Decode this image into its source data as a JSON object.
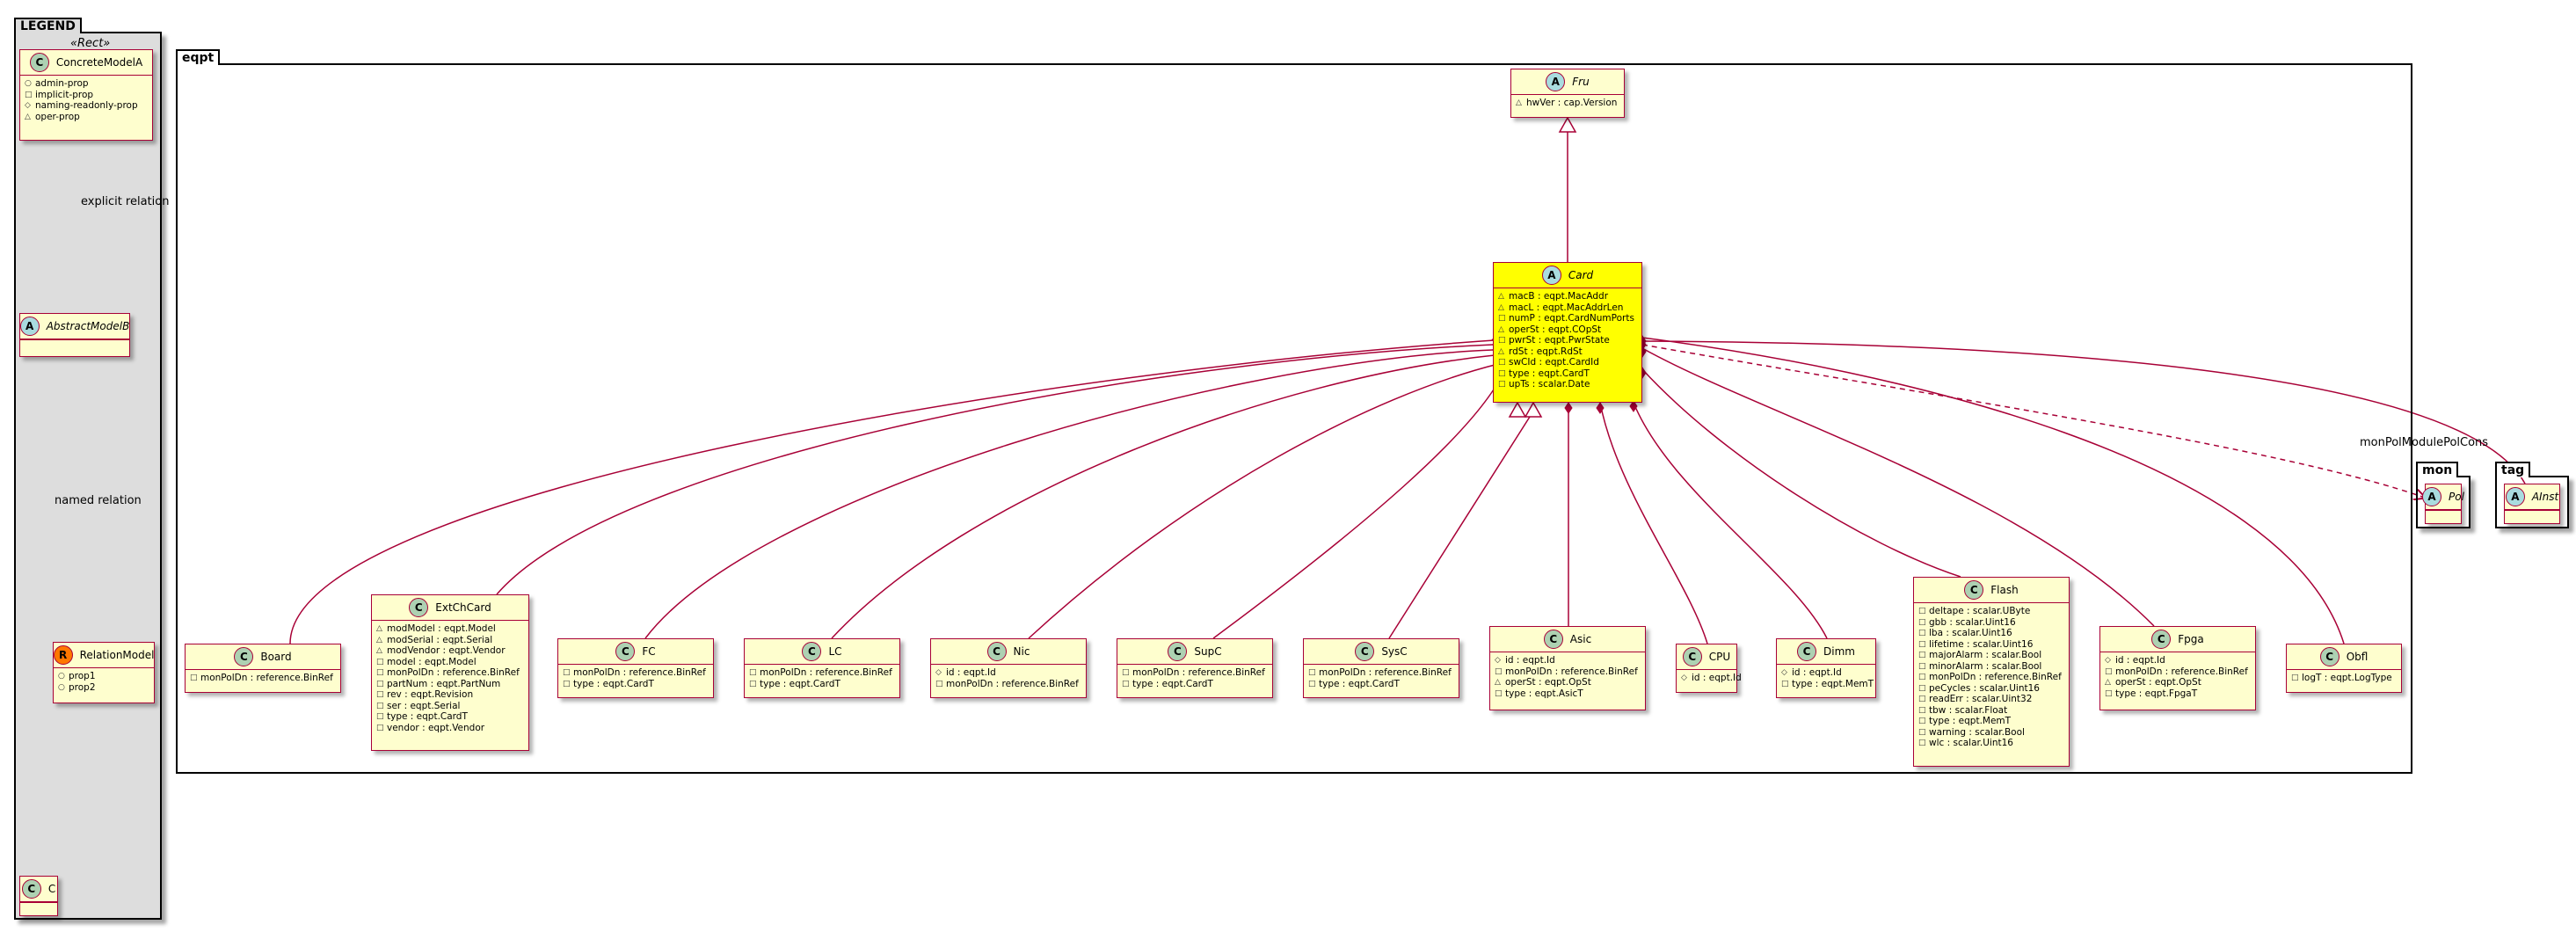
{
  "legend": {
    "title": "LEGEND",
    "stereotype": "«Rect»",
    "concrete": {
      "name": "ConcreteModelA",
      "props": [
        {
          "vis": "○",
          "text": "admin-prop"
        },
        {
          "vis": "□",
          "text": "implicit-prop"
        },
        {
          "vis": "◇",
          "text": "naming-readonly-prop"
        },
        {
          "vis": "△",
          "text": "oper-prop"
        }
      ]
    },
    "abstract": {
      "name": "AbstractModelB"
    },
    "relation": {
      "name": "RelationModel",
      "props": [
        {
          "vis": "○",
          "text": "prop1"
        },
        {
          "vis": "○",
          "text": "prop2"
        }
      ]
    },
    "c": {
      "name": "C"
    },
    "explicit_label": "explicit relation",
    "named_label": "named relation"
  },
  "packages": {
    "eqpt": "eqpt",
    "mon": "mon",
    "tag": "tag"
  },
  "fru": {
    "name": "Fru",
    "props": [
      {
        "vis": "△",
        "text": "hwVer : cap.Version"
      }
    ]
  },
  "card": {
    "name": "Card",
    "props": [
      {
        "vis": "△",
        "text": "macB : eqpt.MacAddr"
      },
      {
        "vis": "△",
        "text": "macL : eqpt.MacAddrLen"
      },
      {
        "vis": "□",
        "text": "numP : eqpt.CardNumPorts"
      },
      {
        "vis": "△",
        "text": "operSt : eqpt.COpSt"
      },
      {
        "vis": "□",
        "text": "pwrSt : eqpt.PwrState"
      },
      {
        "vis": "△",
        "text": "rdSt : eqpt.RdSt"
      },
      {
        "vis": "□",
        "text": "swCId : eqpt.CardId"
      },
      {
        "vis": "□",
        "text": "type : eqpt.CardT"
      },
      {
        "vis": "□",
        "text": "upTs : scalar.Date"
      }
    ]
  },
  "children": [
    {
      "name": "Board",
      "props": [
        {
          "vis": "□",
          "text": "monPolDn : reference.BinRef"
        }
      ]
    },
    {
      "name": "ExtChCard",
      "props": [
        {
          "vis": "△",
          "text": "modModel : eqpt.Model"
        },
        {
          "vis": "△",
          "text": "modSerial : eqpt.Serial"
        },
        {
          "vis": "△",
          "text": "modVendor : eqpt.Vendor"
        },
        {
          "vis": "□",
          "text": "model : eqpt.Model"
        },
        {
          "vis": "□",
          "text": "monPolDn : reference.BinRef"
        },
        {
          "vis": "□",
          "text": "partNum : eqpt.PartNum"
        },
        {
          "vis": "□",
          "text": "rev : eqpt.Revision"
        },
        {
          "vis": "□",
          "text": "ser : eqpt.Serial"
        },
        {
          "vis": "□",
          "text": "type : eqpt.CardT"
        },
        {
          "vis": "□",
          "text": "vendor : eqpt.Vendor"
        }
      ]
    },
    {
      "name": "FC",
      "props": [
        {
          "vis": "□",
          "text": "monPolDn : reference.BinRef"
        },
        {
          "vis": "□",
          "text": "type : eqpt.CardT"
        }
      ]
    },
    {
      "name": "LC",
      "props": [
        {
          "vis": "□",
          "text": "monPolDn : reference.BinRef"
        },
        {
          "vis": "□",
          "text": "type : eqpt.CardT"
        }
      ]
    },
    {
      "name": "Nic",
      "props": [
        {
          "vis": "◇",
          "text": "id : eqpt.Id"
        },
        {
          "vis": "□",
          "text": "monPolDn : reference.BinRef"
        }
      ]
    },
    {
      "name": "SupC",
      "props": [
        {
          "vis": "□",
          "text": "monPolDn : reference.BinRef"
        },
        {
          "vis": "□",
          "text": "type : eqpt.CardT"
        }
      ]
    },
    {
      "name": "SysC",
      "props": [
        {
          "vis": "□",
          "text": "monPolDn : reference.BinRef"
        },
        {
          "vis": "□",
          "text": "type : eqpt.CardT"
        }
      ]
    },
    {
      "name": "Asic",
      "props": [
        {
          "vis": "◇",
          "text": "id : eqpt.Id"
        },
        {
          "vis": "□",
          "text": "monPolDn : reference.BinRef"
        },
        {
          "vis": "△",
          "text": "operSt : eqpt.OpSt"
        },
        {
          "vis": "□",
          "text": "type : eqpt.AsicT"
        }
      ]
    },
    {
      "name": "CPU",
      "props": [
        {
          "vis": "◇",
          "text": "id : eqpt.Id"
        }
      ]
    },
    {
      "name": "Dimm",
      "props": [
        {
          "vis": "◇",
          "text": "id : eqpt.Id"
        },
        {
          "vis": "□",
          "text": "type : eqpt.MemT"
        }
      ]
    },
    {
      "name": "Flash",
      "props": [
        {
          "vis": "□",
          "text": "deltape : scalar.UByte"
        },
        {
          "vis": "□",
          "text": "gbb : scalar.Uint16"
        },
        {
          "vis": "□",
          "text": "lba : scalar.Uint16"
        },
        {
          "vis": "□",
          "text": "lifetime : scalar.Uint16"
        },
        {
          "vis": "□",
          "text": "majorAlarm : scalar.Bool"
        },
        {
          "vis": "□",
          "text": "minorAlarm : scalar.Bool"
        },
        {
          "vis": "□",
          "text": "monPolDn : reference.BinRef"
        },
        {
          "vis": "□",
          "text": "peCycles : scalar.Uint16"
        },
        {
          "vis": "□",
          "text": "readErr : scalar.Uint32"
        },
        {
          "vis": "□",
          "text": "tbw : scalar.Float"
        },
        {
          "vis": "□",
          "text": "type : eqpt.MemT"
        },
        {
          "vis": "□",
          "text": "warning : scalar.Bool"
        },
        {
          "vis": "□",
          "text": "wlc : scalar.Uint16"
        }
      ]
    },
    {
      "name": "Fpga",
      "props": [
        {
          "vis": "◇",
          "text": "id : eqpt.Id"
        },
        {
          "vis": "□",
          "text": "monPolDn : reference.BinRef"
        },
        {
          "vis": "△",
          "text": "operSt : eqpt.OpSt"
        },
        {
          "vis": "□",
          "text": "type : eqpt.FpgaT"
        }
      ]
    },
    {
      "name": "Obfl",
      "props": [
        {
          "vis": "□",
          "text": "logT : eqpt.LogType"
        }
      ]
    }
  ],
  "mon_pol": {
    "name": "Pol"
  },
  "tag_ainst": {
    "name": "AInst"
  },
  "mon_relation_label": "monPolModulePolCons",
  "colors": {
    "class_fill": "#fefece",
    "highlight_fill": "#ffff00",
    "border": "#a80036",
    "legend_bg": "#dddddd"
  }
}
